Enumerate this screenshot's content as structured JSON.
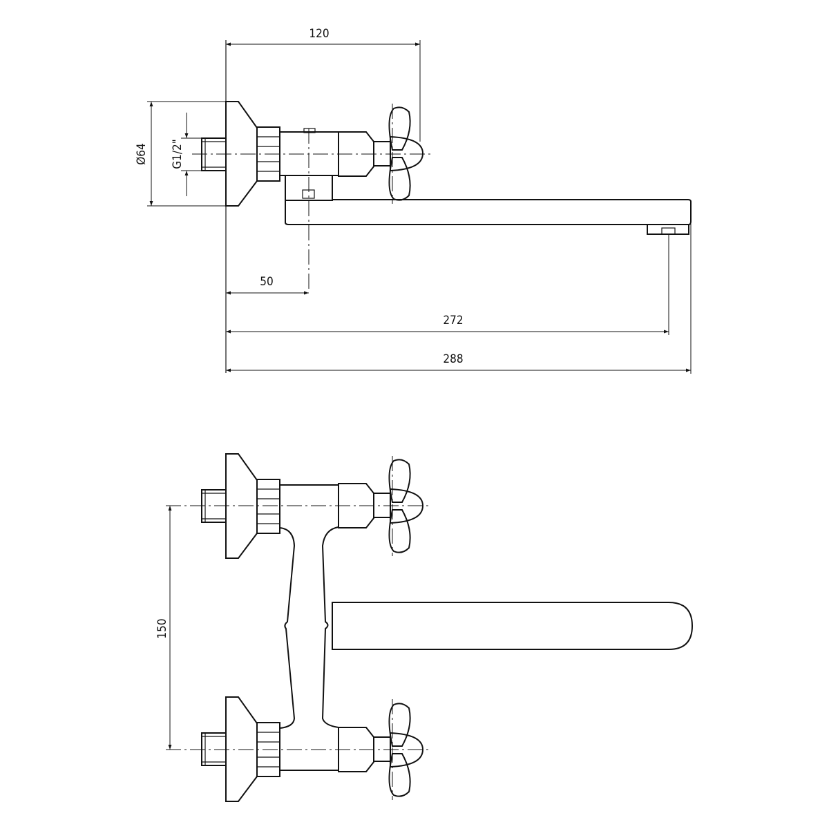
{
  "dimensions": {
    "width_120": "120",
    "dia_64": "Ø64",
    "thread": "G1/2\"",
    "offset_50": "50",
    "reach_272": "272",
    "total_288": "288",
    "spacing_150": "150"
  }
}
